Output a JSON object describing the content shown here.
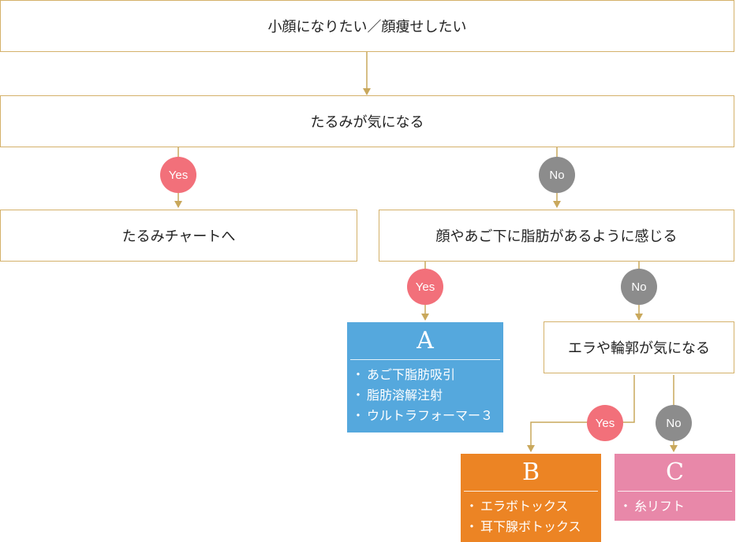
{
  "colors": {
    "border": "#d4b16a",
    "line": "#c9a85c",
    "yes": "#f2707a",
    "no": "#8c8c8c",
    "result_a": "#55a8dd",
    "result_b": "#ec8424",
    "result_c": "#e888a9"
  },
  "nodes": {
    "top": "小顔になりたい／顔痩せしたい",
    "sagging": "たるみが気になる",
    "sagging_chart": "たるみチャートへ",
    "fat": "顔やあご下に脂肪があるように感じる",
    "jaw": "エラや輪郭が気になる"
  },
  "badges": {
    "yes": "Yes",
    "no": "No"
  },
  "results": {
    "a": {
      "letter": "A",
      "items": [
        "あご下脂肪吸引",
        "脂肪溶解注射",
        "ウルトラフォーマー３"
      ]
    },
    "b": {
      "letter": "B",
      "items": [
        "エラボトックス",
        "耳下腺ボトックス"
      ]
    },
    "c": {
      "letter": "C",
      "items": [
        "糸リフト"
      ]
    }
  }
}
